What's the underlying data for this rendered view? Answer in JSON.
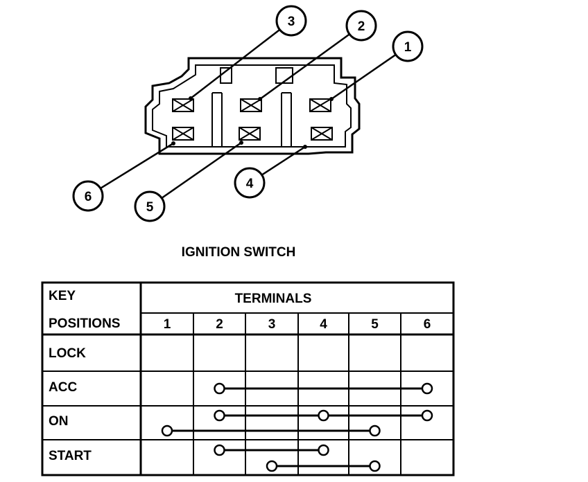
{
  "diagram": {
    "title": "IGNITION SWITCH",
    "callouts": [
      "3",
      "2",
      "1",
      "6",
      "5",
      "4"
    ]
  },
  "table": {
    "header_line1": "KEY",
    "header_line2": "POSITIONS",
    "group_header": "TERMINALS",
    "terminals": [
      "1",
      "2",
      "3",
      "4",
      "5",
      "6"
    ],
    "rows": [
      {
        "position": "LOCK",
        "links": []
      },
      {
        "position": "ACC",
        "links": [
          [
            2,
            6
          ]
        ]
      },
      {
        "position": "ON",
        "links": [
          [
            2,
            4,
            6
          ],
          [
            1,
            5
          ]
        ]
      },
      {
        "position": "START",
        "links": [
          [
            2,
            4
          ],
          [
            3,
            5
          ]
        ]
      }
    ]
  }
}
